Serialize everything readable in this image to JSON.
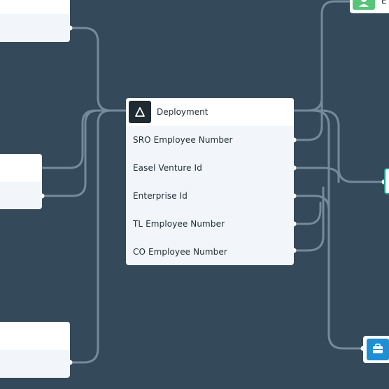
{
  "colors": {
    "background": "#34495a",
    "connector": "#7f97a6",
    "card_body": "#f2f6fa",
    "card_header": "#ffffff",
    "main_icon_bg": "#1f2a33",
    "person_icon_bg": "#58c47a",
    "briefcase_icon_bg": "#1f8fd4",
    "teal_border": "#1aa090"
  },
  "main_node": {
    "title": "Deployment",
    "icon": "delta-icon",
    "fields": [
      "SRO Employee Number",
      "Easel Venture Id",
      "Enterprise Id",
      "TL Employee Number",
      "CO Employee Number"
    ]
  },
  "partial_right": {
    "top_label": "E"
  },
  "icons": {
    "top_right": "person-icon",
    "bottom_right": "briefcase-icon"
  }
}
